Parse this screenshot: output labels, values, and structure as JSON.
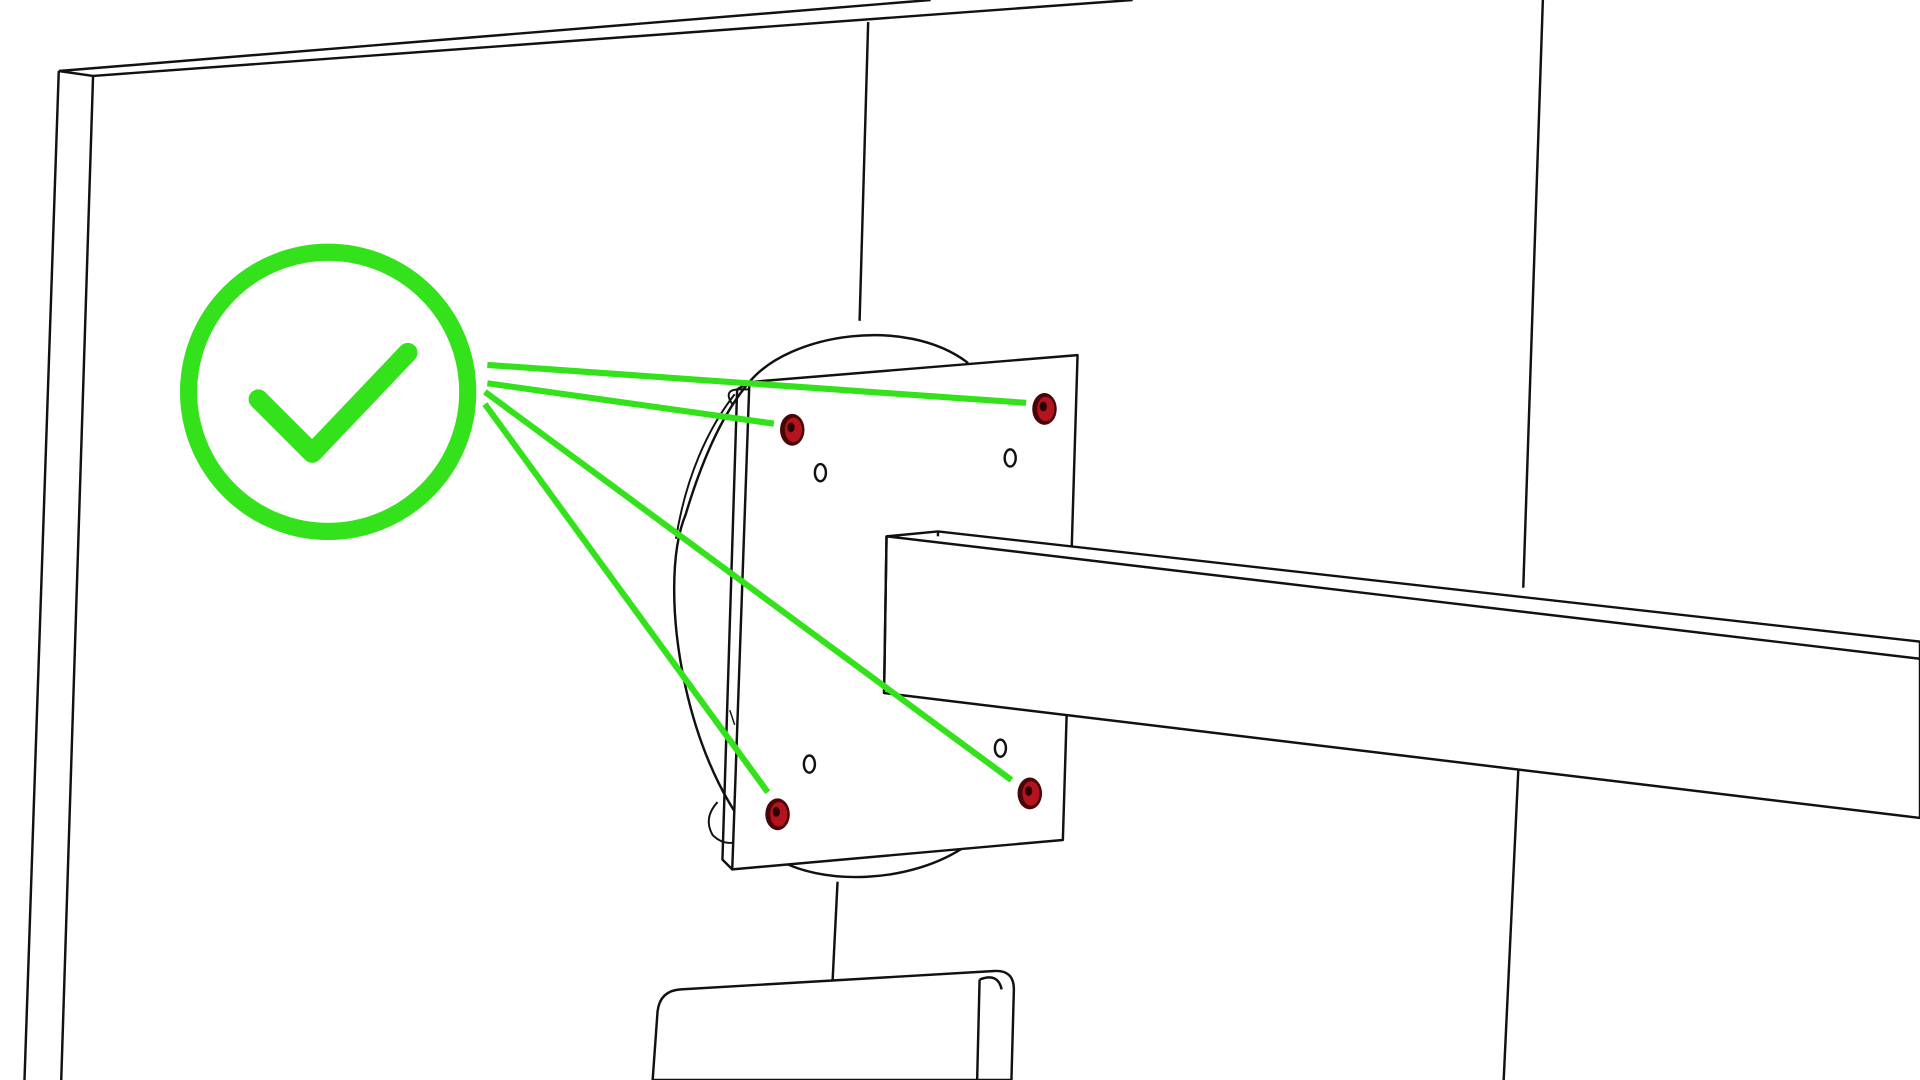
{
  "figure": {
    "kind": "assembly-instruction-illustration",
    "status": "correct",
    "status_icon": "check-circle-icon",
    "colors": {
      "background": "#ffffff",
      "linework": "#111111",
      "callout": "#33e21a",
      "screw_head": "#b3141e",
      "screw_rim": "#4a0509"
    },
    "fastener_count": 4
  }
}
